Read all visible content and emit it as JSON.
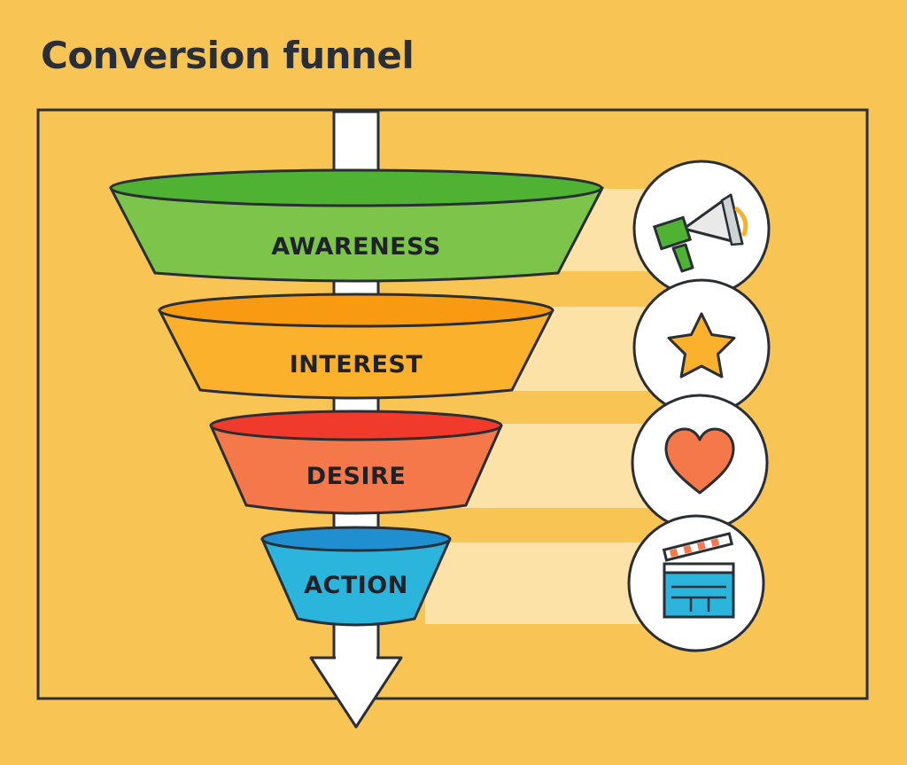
{
  "title": "Conversion funnel",
  "stages": [
    {
      "label": "AWARENESS",
      "icon": "megaphone-icon",
      "color": "#7cc44a"
    },
    {
      "label": "INTEREST",
      "icon": "star-icon",
      "color": "#fbb12b"
    },
    {
      "label": "DESIRE",
      "icon": "heart-icon",
      "color": "#f5784a"
    },
    {
      "label": "ACTION",
      "icon": "clapperboard-icon",
      "color": "#2bb4dc"
    }
  ],
  "colors": {
    "background": "#f8c555",
    "outline": "#2a2f35",
    "arrow": "#ffffff",
    "icon_circle": "#ffffff",
    "band": "#fde2a8"
  }
}
